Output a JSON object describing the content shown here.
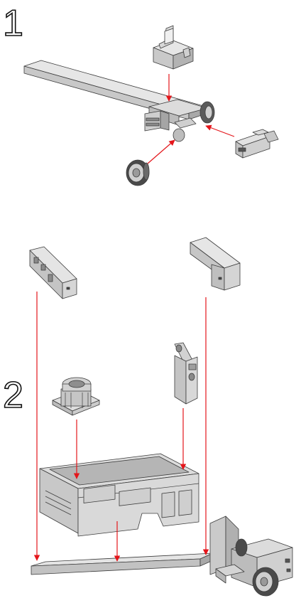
{
  "colors": {
    "arrow": "#e4161b",
    "part_light": "#e2e2e2",
    "part_mid": "#c9c9c9",
    "part_dark": "#9e9e9e",
    "outline": "#3c3c3c"
  },
  "steps": [
    {
      "number": "1",
      "parts": [
        "chassis-rail",
        "cab-mount-bracket",
        "front-axle",
        "axle-bracket",
        "wheel"
      ]
    },
    {
      "number": "2",
      "parts": [
        "left-toolbox",
        "right-toolbox",
        "crane-base",
        "crane-arm",
        "service-body",
        "chassis-assembly"
      ]
    }
  ]
}
